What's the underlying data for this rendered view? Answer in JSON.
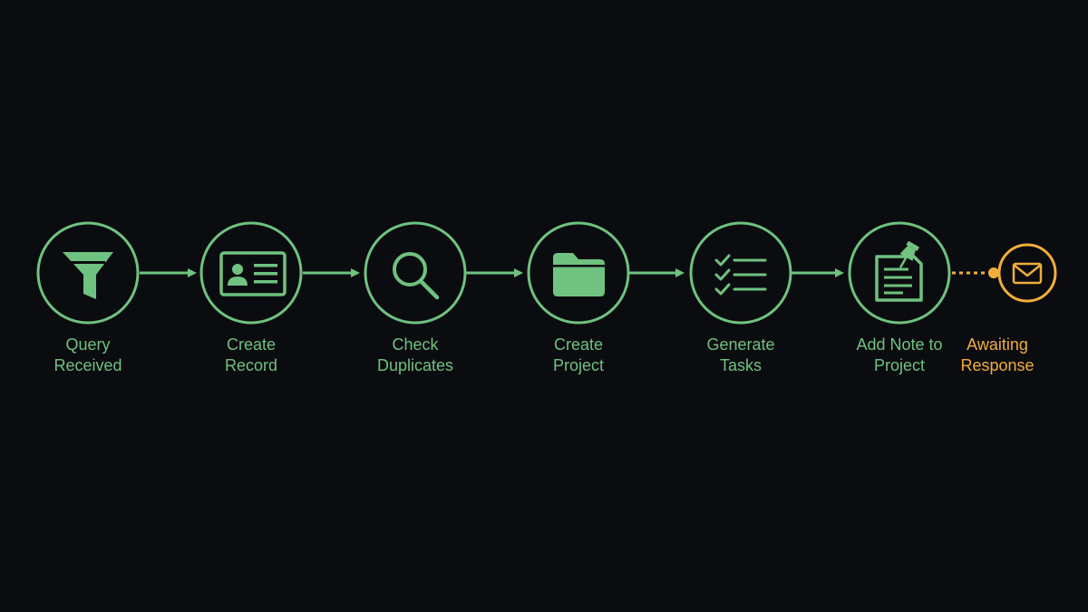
{
  "flow": {
    "colors": {
      "background": "#0b0c10",
      "done": "#6fc27f",
      "pending": "#f0ad3c"
    },
    "steps": [
      {
        "line1": "Query",
        "line2": "Received",
        "icon": "funnel-icon",
        "status": "done"
      },
      {
        "line1": "Create",
        "line2": "Record",
        "icon": "id-card-icon",
        "status": "done"
      },
      {
        "line1": "Check",
        "line2": "Duplicates",
        "icon": "magnifier-icon",
        "status": "done"
      },
      {
        "line1": "Create",
        "line2": "Project",
        "icon": "folder-icon",
        "status": "done"
      },
      {
        "line1": "Generate",
        "line2": "Tasks",
        "icon": "checklist-icon",
        "status": "done"
      },
      {
        "line1": "Add Note to",
        "line2": "Project",
        "icon": "pinned-note-icon",
        "status": "done"
      },
      {
        "line1": "Awaiting",
        "line2": "Response",
        "icon": "envelope-icon",
        "status": "pending"
      }
    ]
  }
}
